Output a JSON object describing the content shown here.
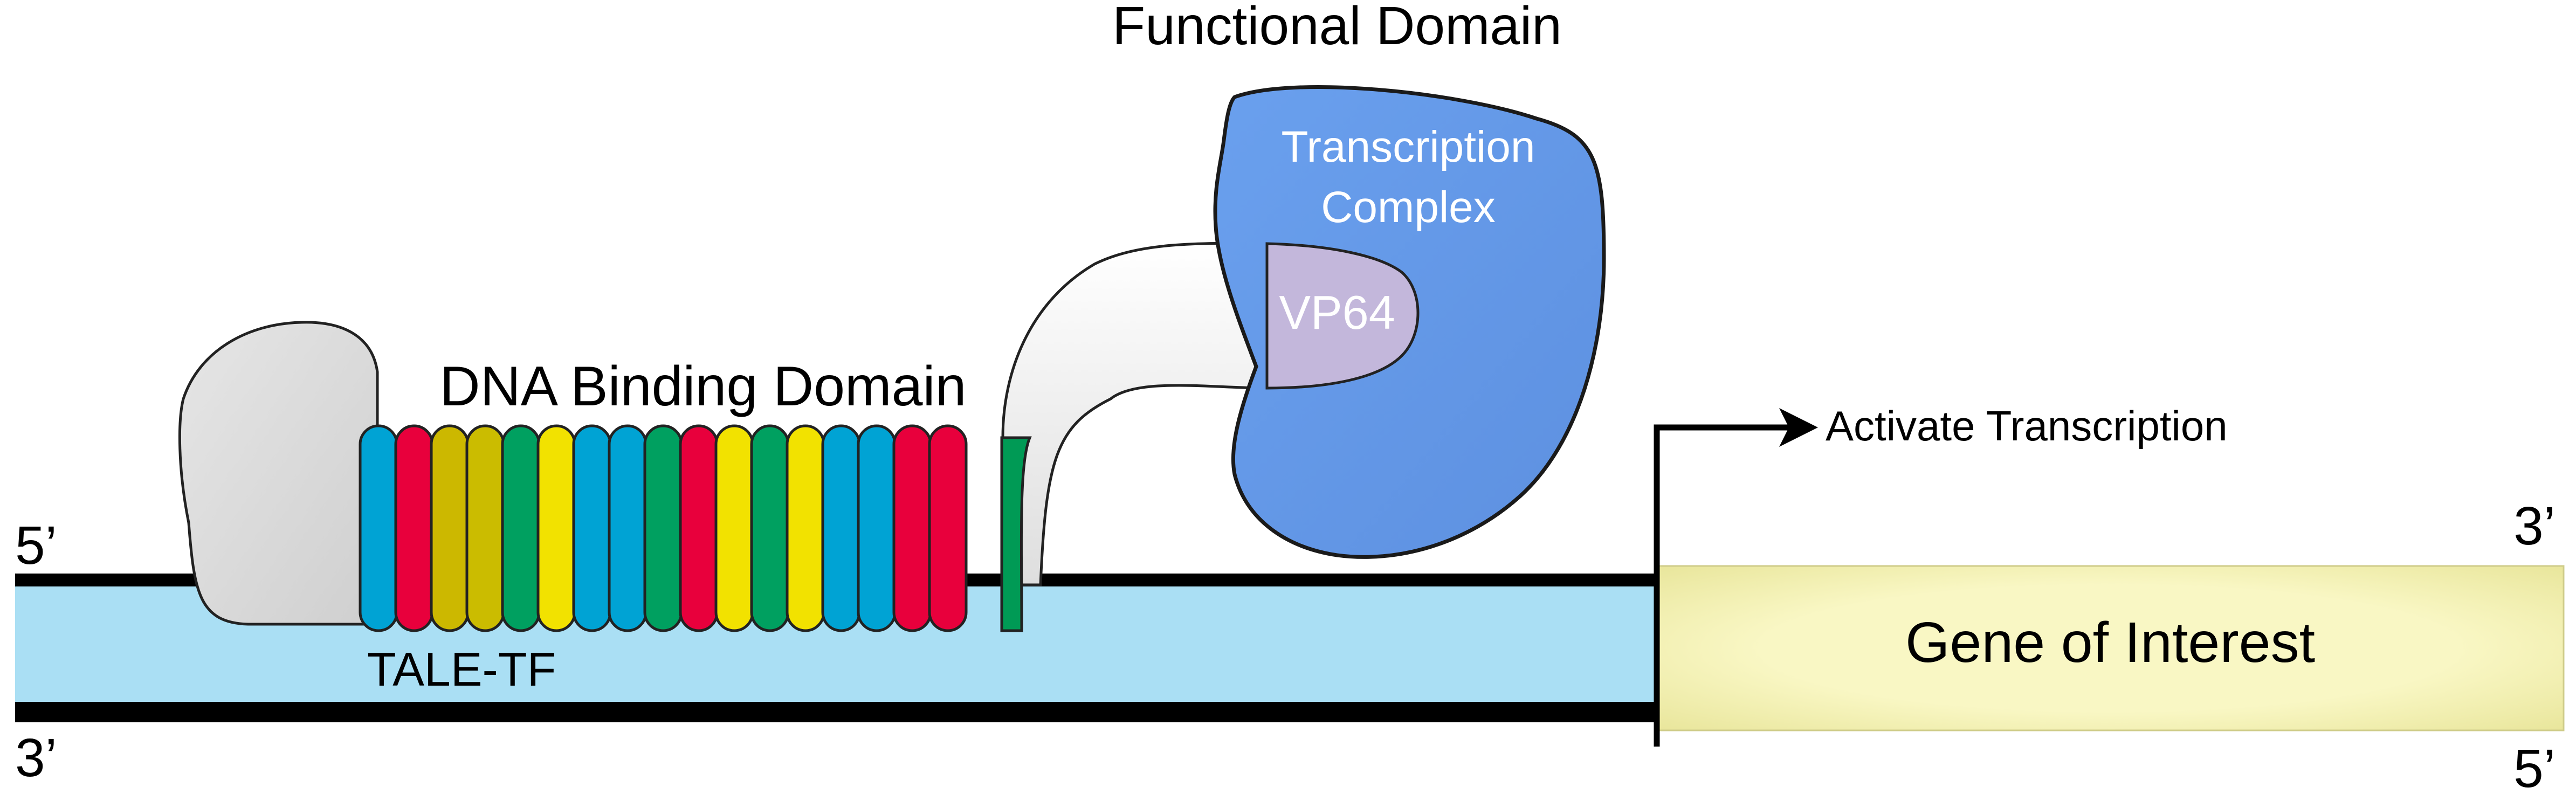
{
  "labels": {
    "functional_domain": "Functional Domain",
    "transcription_complex_line1": "Transcription",
    "transcription_complex_line2": "Complex",
    "vp64": "VP64",
    "dna_binding_domain": "DNA Binding Domain",
    "activate_transcription": "Activate Transcription",
    "tale_tf": "TALE-TF",
    "gene_of_interest": "Gene of Interest",
    "top_left_end": "5’",
    "bottom_left_end": "3’",
    "top_right_end": "3’",
    "bottom_right_end": "5’"
  },
  "repeat_colors": [
    "#00a3d4",
    "#e8003c",
    "#ccb800",
    "#cbbc00",
    "#00a060",
    "#f2e200",
    "#00a3d4",
    "#00a3d4",
    "#00a060",
    "#e8003c",
    "#f2e200",
    "#00a060",
    "#f2e200",
    "#00a3d4",
    "#00a3d4",
    "#e8003c",
    "#e8003c"
  ],
  "colors": {
    "dna_fill": "#aadff4",
    "gene_fill": "#f7f5b8",
    "tale_body": "#dadada",
    "linker": "#f2f2f2",
    "vp64": "#c3b7db",
    "transcription_complex": "#6d9eeb",
    "end_cap": "#009a55",
    "strand": "#000000"
  }
}
